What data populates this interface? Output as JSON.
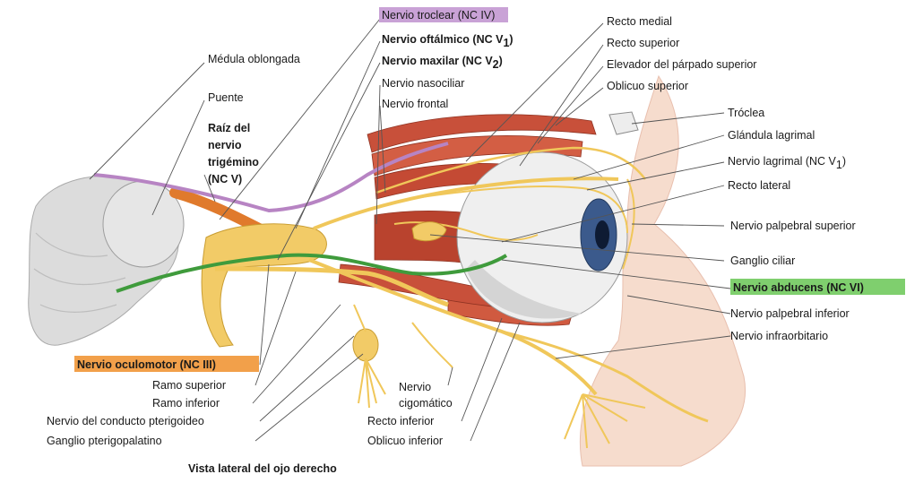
{
  "figure": {
    "caption": "Vista lateral del ojo derecho",
    "colors": {
      "nerve": "#f0c75a",
      "muscle": "#c8503a",
      "trochlear": "#b784c3",
      "trigeminal_root": "#e07a2c",
      "abducens": "#3f9b3c",
      "oculomotor_highlight": "#f2a04a",
      "abducens_highlight": "#7fcf6e",
      "trochlear_highlight": "#c9a2d6",
      "skin": "#f6dccd",
      "bone": "#d9d9d9"
    },
    "labels": {
      "medula": "Médula oblongada",
      "puente": "Puente",
      "raiz1": "Raíz del",
      "raiz2": "nervio",
      "raiz3": "trigémino",
      "raiz4": "(NC V)",
      "troclear": "Nervio troclear (NC IV)",
      "oftalmico": "Nervio oftálmico (NC V",
      "oftalmico_sub": "1",
      "maxilar": "Nervio maxilar (NC V",
      "maxilar_sub": "2",
      "nasociliar": "Nervio nasociliar",
      "frontal": "Nervio frontal",
      "recto_medial": "Recto medial",
      "recto_superior": "Recto superior",
      "elevador": "Elevador del párpado superior",
      "oblicuo_superior": "Oblicuo superior",
      "troclea": "Tróclea",
      "glandula": "Glándula lagrimal",
      "lagrimal": "Nervio lagrimal (NC V",
      "lagrimal_sub": "1",
      "recto_lateral": "Recto lateral",
      "palpebral_sup": "Nervio palpebral superior",
      "ganglio_ciliar": "Ganglio ciliar",
      "abducens": "Nervio abducens (NC VI)",
      "palpebral_inf": "Nervio palpebral inferior",
      "infraorbitario": "Nervio infraorbitario",
      "oculomotor": "Nervio oculomotor (NC III)",
      "ramo_superior": "Ramo superior",
      "ramo_inferior": "Ramo inferior",
      "pterigoideo": "Nervio del conducto pterigoideo",
      "pterigopalatino": "Ganglio pterigopalatino",
      "cigomatico1": "Nervio",
      "cigomatico2": "cigomático",
      "recto_inferior": "Recto inferior",
      "oblicuo_inferior": "Oblicuo inferior"
    }
  }
}
